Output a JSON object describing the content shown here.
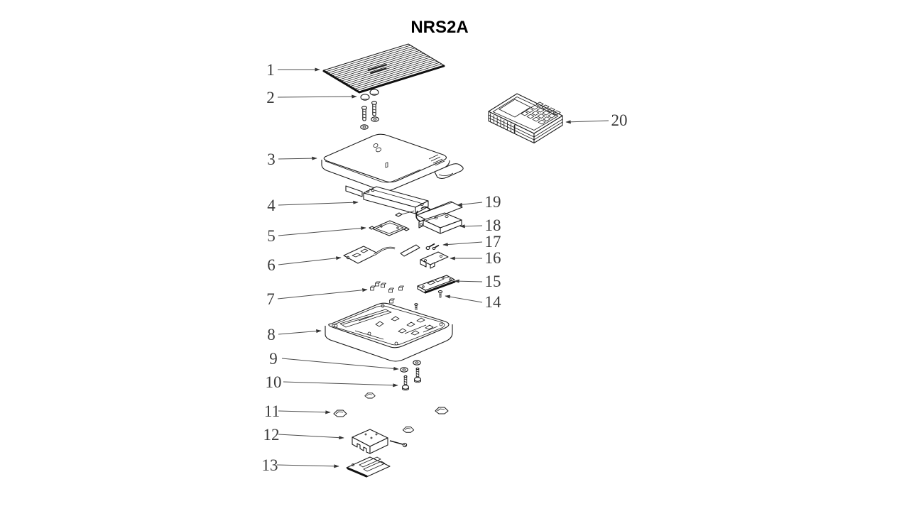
{
  "title": "NRS2A",
  "colors": {
    "background": "#ffffff",
    "line_art": "#1a1a1a",
    "leader_line": "#4d4d4d",
    "label_text": "#3a3a3a",
    "title_text": "#000000"
  },
  "diagram": {
    "labels": [
      "1",
      "2",
      "3",
      "4",
      "5",
      "6",
      "7",
      "8",
      "9",
      "10",
      "11",
      "12",
      "13",
      "14",
      "15",
      "16",
      "17",
      "18",
      "19",
      "20"
    ]
  }
}
